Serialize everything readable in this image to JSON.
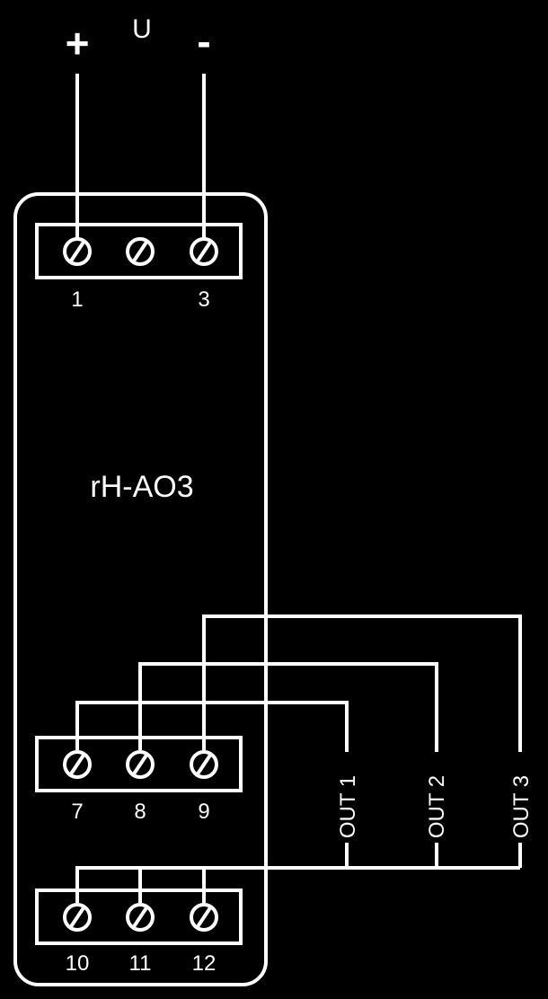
{
  "supply": {
    "plus": "+",
    "label": "U",
    "minus": "-"
  },
  "device": {
    "name": "rH-AO3"
  },
  "terminals": {
    "top": [
      "1",
      "3"
    ],
    "middle": [
      "7",
      "8",
      "9"
    ],
    "bottom": [
      "10",
      "11",
      "12"
    ]
  },
  "outputs": [
    "OUT 1",
    "OUT 2",
    "OUT 3"
  ],
  "colors": {
    "background": "#000000",
    "foreground": "#ffffff"
  }
}
